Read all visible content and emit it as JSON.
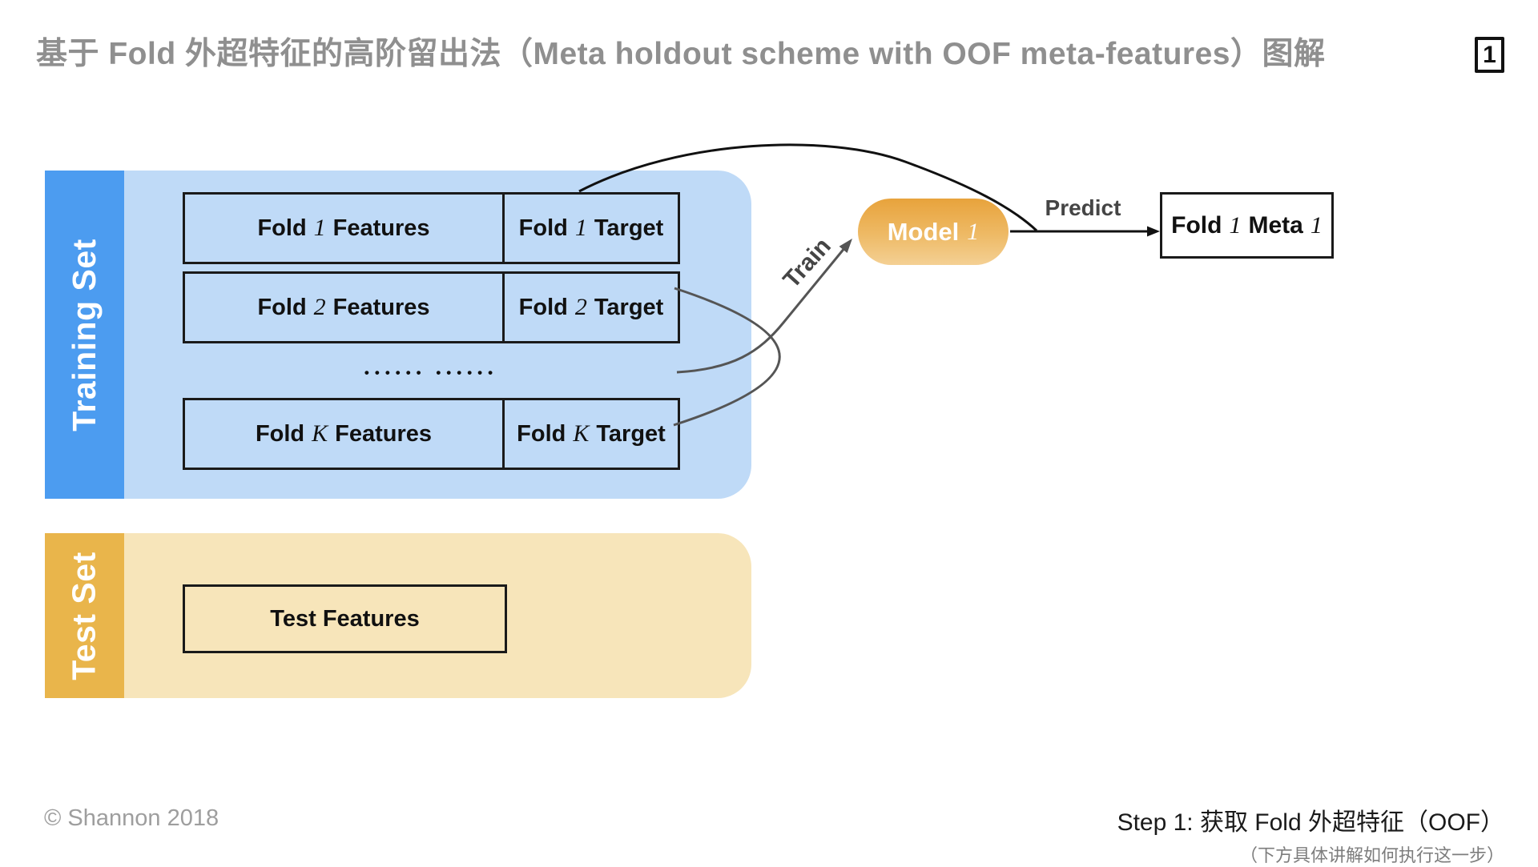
{
  "title": "基于 Fold 外超特征的高阶留出法（Meta holdout scheme with OOF meta-features）图解",
  "page_number": "1",
  "colors": {
    "title_gray": "#8f8f8f",
    "training_sidebar_blue": "#4c9cf0",
    "training_pool_blue": "#bfdaf7",
    "test_sidebar_gold": "#e9b54b",
    "test_pool_tan": "#f7e5ba",
    "model_gradient_top": "#e8a33c",
    "model_gradient_bottom": "#f4d094",
    "box_border": "#1a1a1a",
    "connector_gray": "#555555",
    "connector_black": "#111111",
    "edge_label_gray": "#454545"
  },
  "training": {
    "label": "Training Set",
    "folds": [
      {
        "features": [
          "Fold",
          "1",
          "Features"
        ],
        "target": [
          "Fold",
          "1",
          "Target"
        ]
      },
      {
        "features": [
          "Fold",
          "2",
          "Features"
        ],
        "target": [
          "Fold",
          "2",
          "Target"
        ]
      },
      {
        "features": [
          "Fold",
          "K",
          "Features"
        ],
        "target": [
          "Fold",
          "K",
          "Target"
        ]
      }
    ],
    "ellipsis": "•••••• ••••••"
  },
  "test": {
    "label": "Test Set",
    "features_label": "Test Features"
  },
  "model": {
    "word": "Model",
    "num": "1"
  },
  "edges": {
    "train_label": "Train",
    "predict_label": "Predict"
  },
  "meta": {
    "word_fold": "Fold",
    "num1": "1",
    "word_meta": "Meta",
    "num2": "1"
  },
  "footer": {
    "copyright": "© Shannon 2018",
    "step_line1": "Step 1: 获取 Fold 外超特征（OOF）",
    "step_line2": "（下方具体讲解如何执行这一步）"
  }
}
